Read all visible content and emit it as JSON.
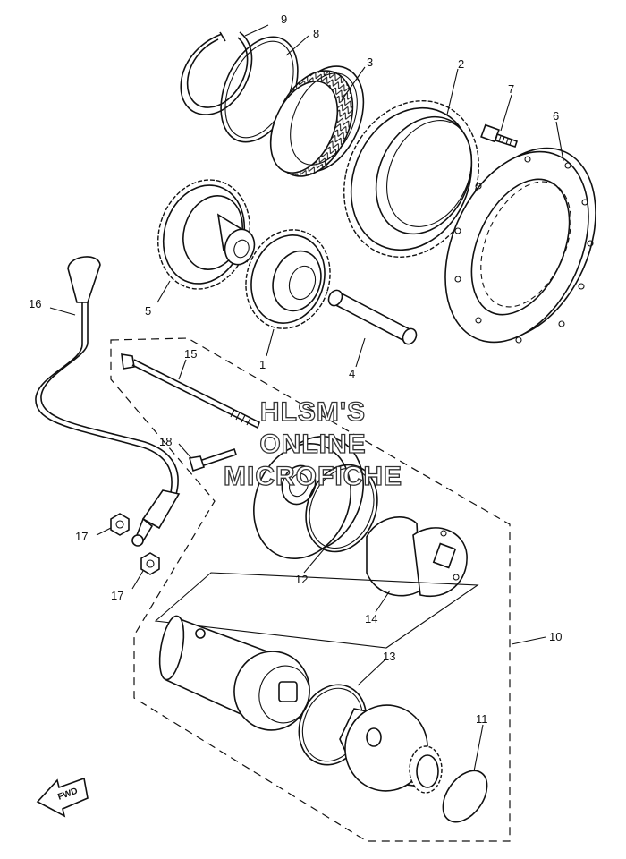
{
  "watermark": {
    "line1": "HLSM'S",
    "line2": "ONLINE",
    "line3": "MICROFICHE"
  },
  "direction_badge": "FWD",
  "callouts": {
    "c1": "1",
    "c2": "2",
    "c3": "3",
    "c4": "4",
    "c5": "5",
    "c6": "6",
    "c7": "7",
    "c8": "8",
    "c9": "9",
    "c10": "10",
    "c11": "11",
    "c12": "12",
    "c13": "13",
    "c14": "14",
    "c15": "15",
    "c16": "16",
    "c17a": "17",
    "c17b": "17",
    "c18": "18"
  }
}
